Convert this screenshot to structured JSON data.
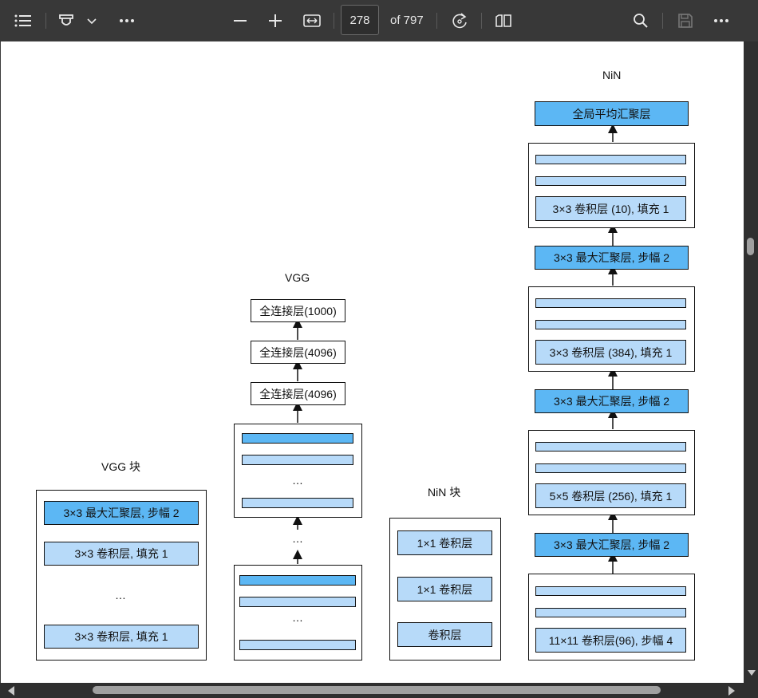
{
  "toolbar": {
    "current_page": "278",
    "total_pages_label": "of 797",
    "icons": [
      "contents-icon",
      "draw-icon",
      "chevron-down-icon",
      "more-icon",
      "zoom-out-icon",
      "zoom-in-icon",
      "fit-width-icon",
      "rotate-icon",
      "page-view-icon",
      "search-icon",
      "save-icon",
      "more-icon"
    ]
  },
  "figure": {
    "vgg_block": {
      "title": "VGG 块",
      "layers": [
        "3×3 最大汇聚层, 步幅 2",
        "3×3 卷积层, 填充 1",
        "…",
        "3×3 卷积层, 填充 1"
      ]
    },
    "vgg": {
      "title": "VGG",
      "fc": [
        "全连接层(1000)",
        "全连接层(4096)",
        "全连接层(4096)"
      ],
      "dots": "…"
    },
    "nin_block": {
      "title": "NiN 块",
      "layers": [
        "1×1 卷积层",
        "1×1 卷积层",
        "卷积层"
      ]
    },
    "nin": {
      "title": "NiN",
      "global_pool": "全局平均汇聚层",
      "conv1": "3×3 卷积层 (10), 填充 1",
      "pool3": "3×3 最大汇聚层, 步幅 2",
      "conv2": "3×3 卷积层 (384), 填充 1",
      "pool2": "3×3 最大汇聚层, 步幅 2",
      "conv3": "5×5 卷积层 (256), 填充 1",
      "pool1": "3×3 最大汇聚层, 步幅 2",
      "conv4": "11×11 卷积层(96), 步幅 4"
    }
  },
  "colors": {
    "light_block": "#b7daf9",
    "dark_block": "#5cb7f4",
    "toolbar_bg": "#383838"
  }
}
